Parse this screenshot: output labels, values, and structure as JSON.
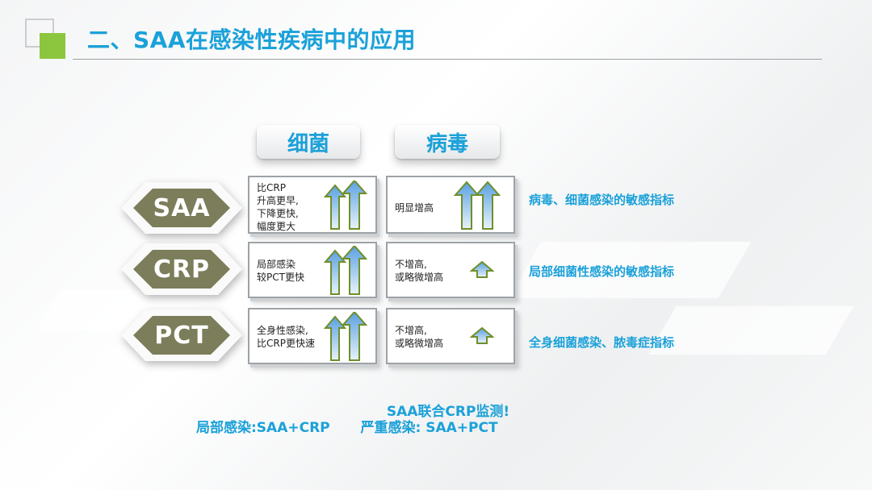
{
  "title": "二、SAA在感染性疾病中的应用",
  "columns": [
    "细菌",
    "病毒"
  ],
  "rows": [
    {
      "marker": "SAA",
      "bacteria_text": [
        "比CRP",
        "升高更早,",
        "下降更快,",
        "幅度更大"
      ],
      "virus_text": [
        "明显增高"
      ],
      "description": "病毒、细菌感染的敏感指标"
    },
    {
      "marker": "CRP",
      "bacteria_text": [
        "局部感染",
        "较PCT更快"
      ],
      "virus_text": [
        "不增高,",
        "或略微增高"
      ],
      "description": "局部细菌性感染的敏感指标"
    },
    {
      "marker": "PCT",
      "bacteria_text": [
        "全身性感染,",
        "比CRP更快速"
      ],
      "virus_text": [
        "不增高,",
        "或略微增高"
      ],
      "description": "全身细菌感染、脓毒症指标"
    }
  ],
  "bottom": {
    "line1": "SAA联合CRP监测!",
    "local": "局部感染:SAA+CRP",
    "severe": "严重感染: SAA+PCT"
  },
  "colors": {
    "accent": "#1ba1d9",
    "hex_fill": "#7c7d5a",
    "logo_green": "#8cc63f",
    "arrow_border": "#6f8f2a"
  },
  "icons": {
    "big_arrows": "double-up-arrow-icon",
    "small_arrow": "small-up-arrow-icon"
  }
}
